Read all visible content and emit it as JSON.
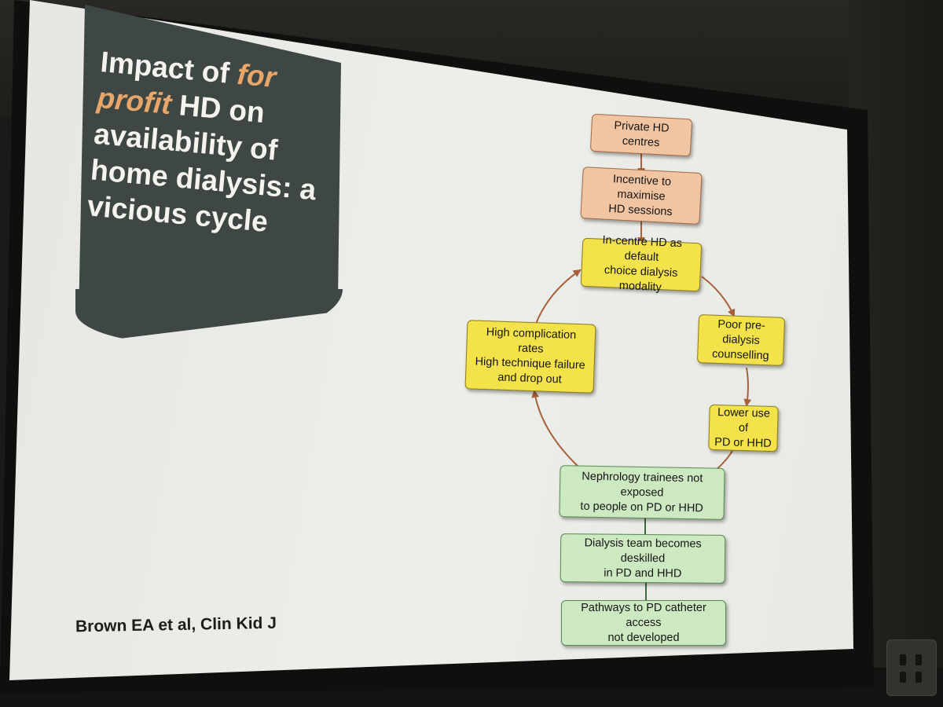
{
  "slide": {
    "title_parts": [
      "Impact of ",
      "for profit",
      " HD on availability of home dialysis: a vicious cycle"
    ],
    "citation": "Brown EA et al, Clin Kid J"
  },
  "diagram": {
    "boxes": [
      {
        "id": "private",
        "text": "Private HD centres"
      },
      {
        "id": "incentive",
        "text": "Incentive to maximise\nHD sessions"
      },
      {
        "id": "default",
        "text": "In-centre HD as default\nchoice dialysis modality"
      },
      {
        "id": "counselling",
        "text": "Poor pre-dialysis\ncounselling"
      },
      {
        "id": "lower_use",
        "text": "Lower use of\nPD or HHD"
      },
      {
        "id": "complication",
        "text": "High complication rates\nHigh technique failure\nand drop out"
      },
      {
        "id": "trainees",
        "text": "Nephrology trainees not exposed\nto people on PD or HHD"
      },
      {
        "id": "deskilled",
        "text": "Dialysis team becomes deskilled\nin PD and HHD"
      },
      {
        "id": "pathways",
        "text": "Pathways to PD catheter access\nnot developed"
      }
    ],
    "colors": {
      "peach": "#f2c5a2",
      "yellow": "#f3e24a",
      "green": "#cde9c1",
      "arrow": "#a8603a",
      "connector": "#3c6b3a"
    }
  }
}
